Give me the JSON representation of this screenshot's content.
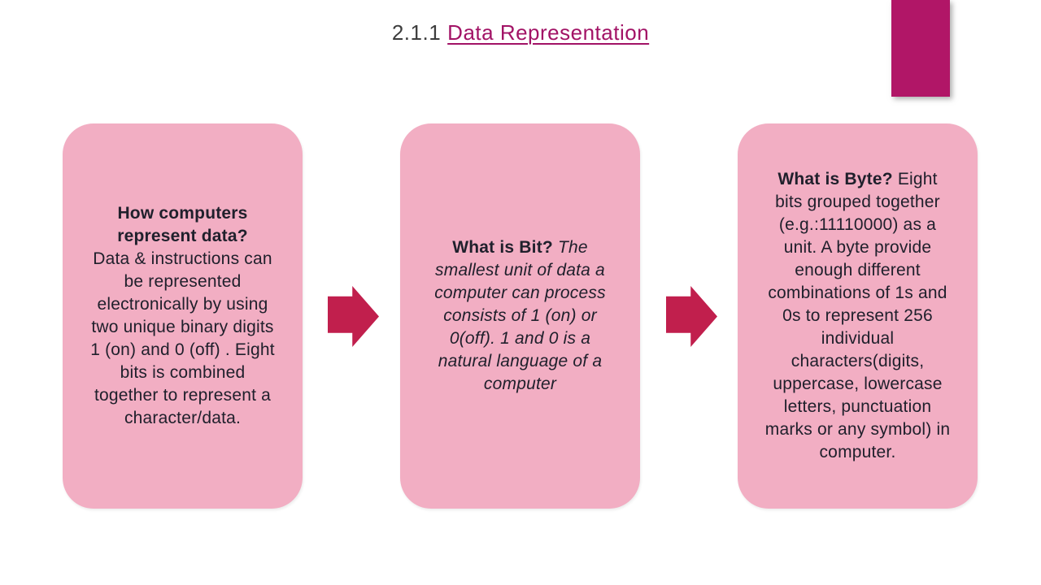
{
  "slide": {
    "title": {
      "prefix": "2.1.1",
      "main": "Data Representation"
    }
  },
  "boxes": [
    {
      "heading": "How computers represent data?",
      "body": "Data & instructions can be represented electronically by using two unique binary digits 1 (on) and 0 (off) . Eight bits is combined together to represent a character/data."
    },
    {
      "heading": "What is Bit?",
      "body": "The smallest unit of data a computer can process consists  of 1 (on) or 0(off). 1 and 0 is a natural language of a computer"
    },
    {
      "heading": "What is Byte?",
      "body": "Eight bits grouped together (e.g.:11110000) as a unit. A byte provide enough different combinations of 1s and 0s to represent 256 individual characters(digits, uppercase, lowercase letters, punctuation marks or any symbol) in computer."
    }
  ],
  "decorations": {
    "accent_rectangle": "magenta-bar-top-right",
    "arrows": [
      "right-arrow-between-box-1-and-2",
      "right-arrow-between-box-2-and-3"
    ]
  },
  "colors": {
    "box_fill": "#f2aec3",
    "arrow": "#c11f4d",
    "accent_rectangle": "#b11667",
    "title_main": "#a21366",
    "title_prefix": "#3d3d3d",
    "body_text": "#20202c",
    "background": "#ffffff"
  }
}
